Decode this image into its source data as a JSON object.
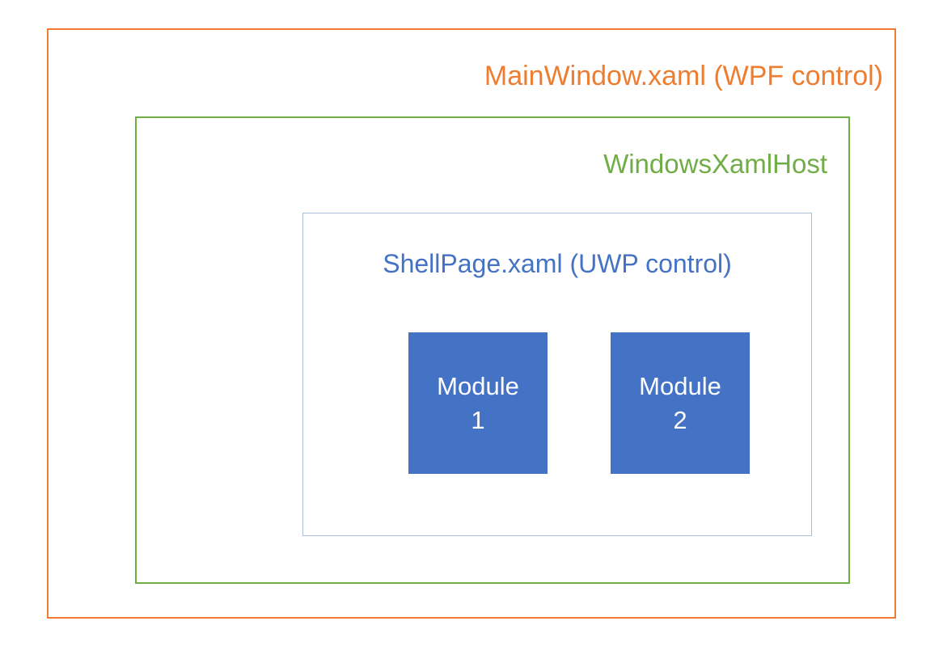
{
  "diagram": {
    "outer_label": "MainWindow.xaml (WPF control)",
    "host_label": "WindowsXamlHost",
    "shell_label": "ShellPage.xaml (UWP control)",
    "modules": [
      {
        "line1": "Module",
        "line2": "1"
      },
      {
        "line1": "Module",
        "line2": "2"
      }
    ]
  },
  "colors": {
    "outer_border": "#ED7D31",
    "outer_label_text": "#ED7D31",
    "host_border": "#70AD47",
    "host_label_text": "#70AD47",
    "shell_border": "#A9BFE0",
    "shell_label_text": "#4472C4",
    "module_fill": "#4472C4",
    "module_text": "#FFFFFF",
    "background": "#FFFFFF"
  }
}
